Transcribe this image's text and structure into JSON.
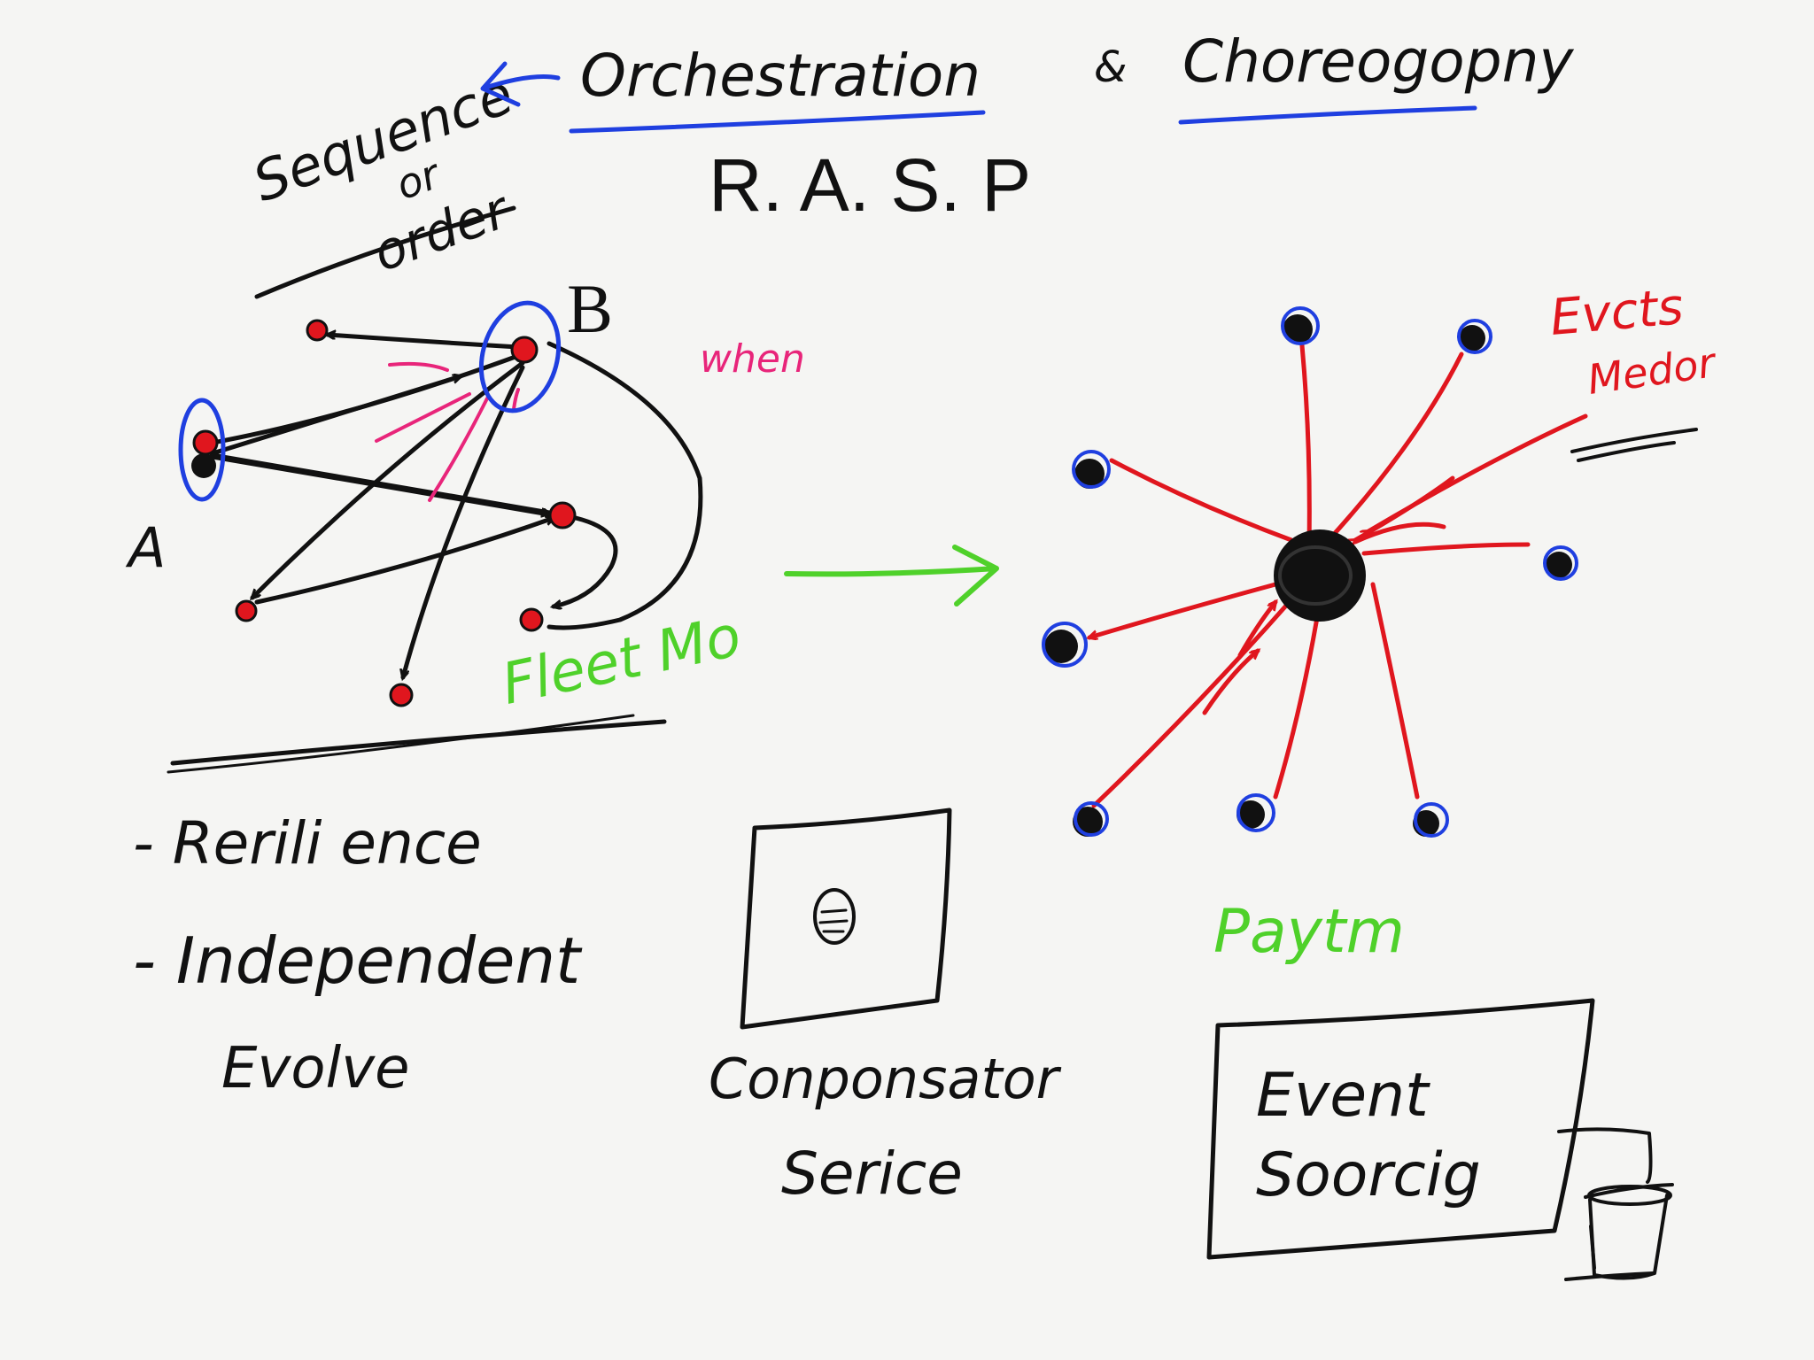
{
  "header": {
    "orchestration": "Orchestration",
    "amp": "&",
    "choreography": "Choreogopny",
    "rasp": "R. A. S. P",
    "sequence_word": "Sequence",
    "or_word": "or",
    "order_word": "order"
  },
  "orchestration_graph": {
    "label_a": "A",
    "label_b": "B",
    "when_note": "when",
    "example": "Fleet Mo"
  },
  "choreography_graph": {
    "events_line1": "Evcts",
    "events_line2": "Medor",
    "example": "Paytm"
  },
  "benefits": {
    "items": [
      "- Rerili ence",
      "- Independent"
    ],
    "continuation": "Evolve"
  },
  "compensator": {
    "label_line1": "Conponsator",
    "label_line2": "Serice"
  },
  "event_sourcing": {
    "line1": "Event",
    "line2": "Soorcig"
  },
  "colors": {
    "ink": "#111111",
    "red": "#e0161e",
    "blue": "#1f3fe0",
    "green": "#4fd12a",
    "pink": "#e8257a"
  }
}
